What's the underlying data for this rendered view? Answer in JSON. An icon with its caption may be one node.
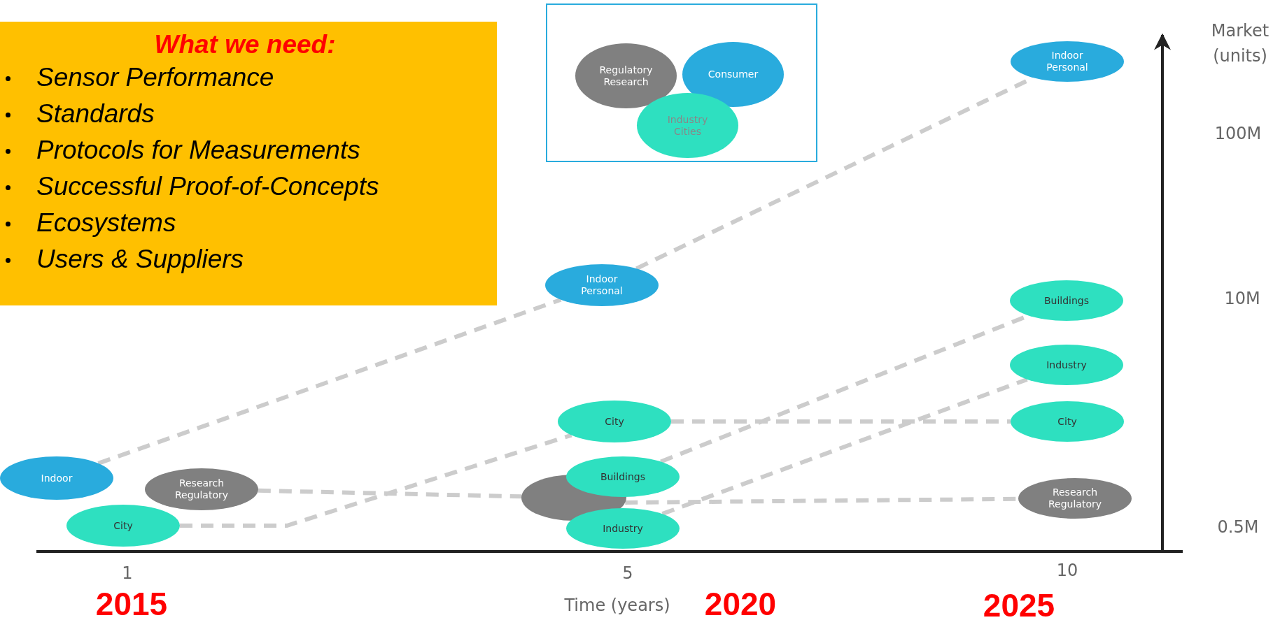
{
  "diagram": {
    "nodes": [
      {
        "text": [
          "What we need:",
          "Sensor Performance",
          "Standards",
          "Protocols for Measurements",
          "Successful Proof-of-Concepts",
          "Ecosystems",
          "Users & Suppliers"
        ]
      },
      {
        "text": [
          "Indoor"
        ]
      },
      {
        "text": [
          "City"
        ]
      },
      {
        "text": [
          "Research Regulatory"
        ]
      },
      {
        "text": [
          "Indoor Personal"
        ]
      },
      {
        "text": [
          "City"
        ]
      },
      {
        "text": [],
        "shape": "ellipse"
      },
      {
        "text": [
          "Buildings"
        ]
      },
      {
        "text": [
          "Industry"
        ]
      },
      {
        "text": [
          "Indoor Personal"
        ]
      },
      {
        "text": [
          "Buildings"
        ]
      },
      {
        "text": [
          "Industry"
        ]
      },
      {
        "text": [
          "City"
        ]
      },
      {
        "text": [
          "Research Regulatory"
        ]
      }
    ],
    "edges": [
      {
        "from": 1,
        "to": 4,
        "arrow": "none",
        "style": "dashed"
      },
      {
        "from": 4,
        "to": 9,
        "arrow": "none",
        "style": "dashed"
      },
      {
        "from": 2,
        "to": 5,
        "arrow": "none",
        "style": "dashed"
      },
      {
        "from": 5,
        "to": 12,
        "arrow": "none",
        "style": "dashed"
      },
      {
        "from": 3,
        "to": 6,
        "arrow": "none",
        "style": "dashed"
      },
      {
        "from": 6,
        "to": 13,
        "arrow": "none",
        "style": "dashed"
      },
      {
        "from": 7,
        "to": 10,
        "arrow": "none",
        "style": "dashed"
      },
      {
        "from": 8,
        "to": 11,
        "arrow": "none",
        "style": "dashed"
      }
    ],
    "labels": [
      "Market (units)",
      "100M",
      "10M",
      "0.5M",
      "1",
      "5",
      "10",
      "Time (years)",
      "2015",
      "2020",
      "2025"
    ],
    "legend": [
      {
        "text": "Regulatory Research",
        "color": "#808080"
      },
      {
        "text": "Consumer",
        "color": "#29abdd"
      },
      {
        "text": "Industry Cities",
        "color": "#2ee0c0"
      }
    ]
  }
}
